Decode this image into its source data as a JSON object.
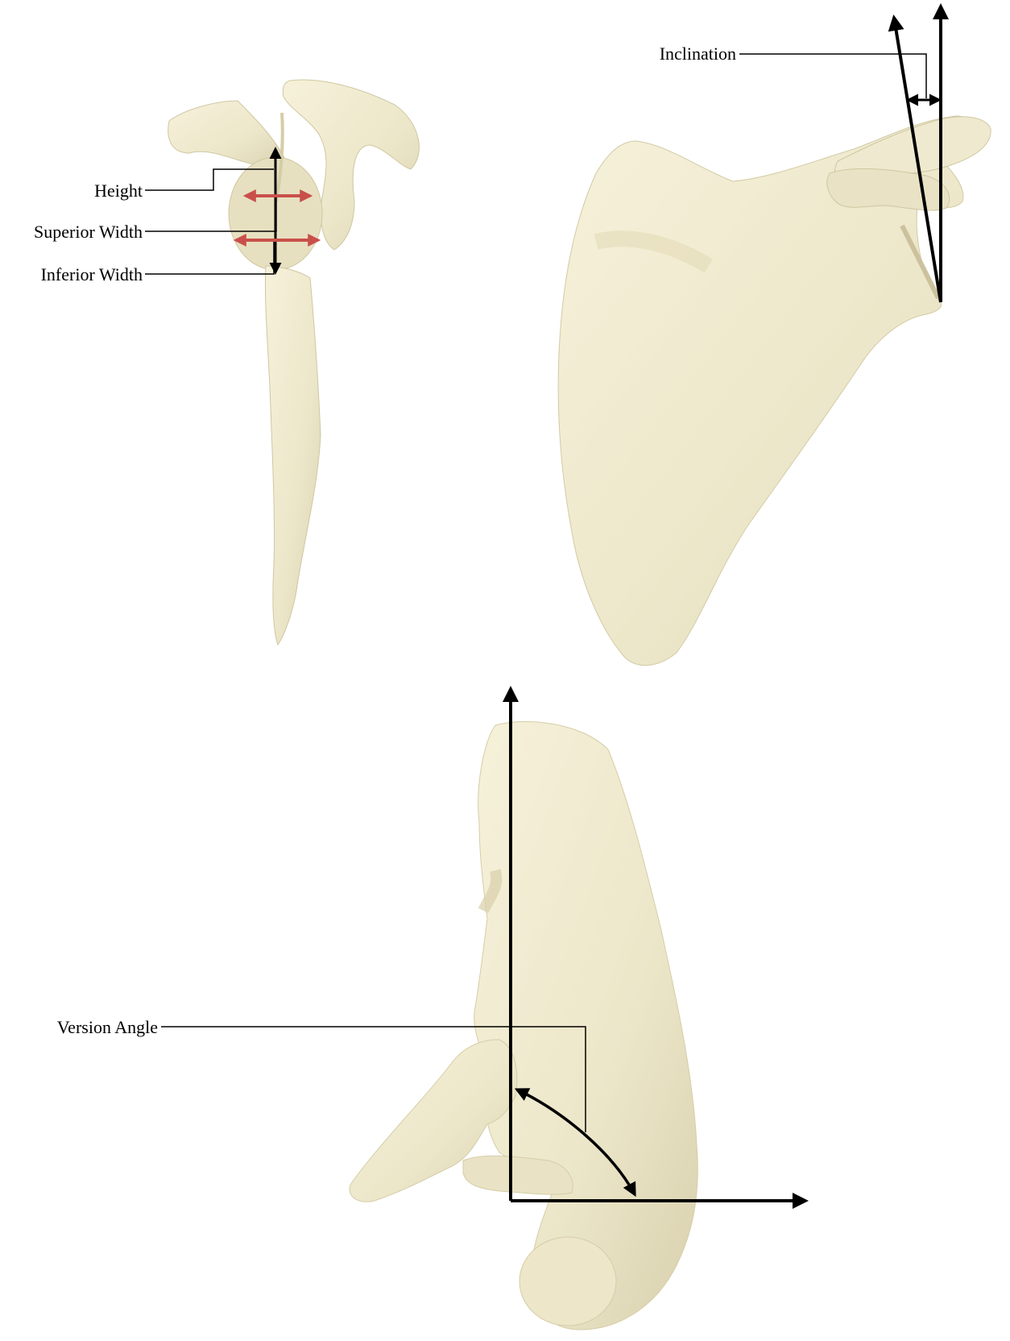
{
  "labels": {
    "height": "Height",
    "superior_width": "Superior Width",
    "inferior_width": "Inferior Width",
    "inclination": "Inclination",
    "version_angle": "Version Angle"
  },
  "colors": {
    "bone_fill": "#ece6c9",
    "bone_light": "#f6f1da",
    "bone_shadow": "#cfc7a2",
    "width_arrow": "#c9504a",
    "line": "#000000"
  }
}
